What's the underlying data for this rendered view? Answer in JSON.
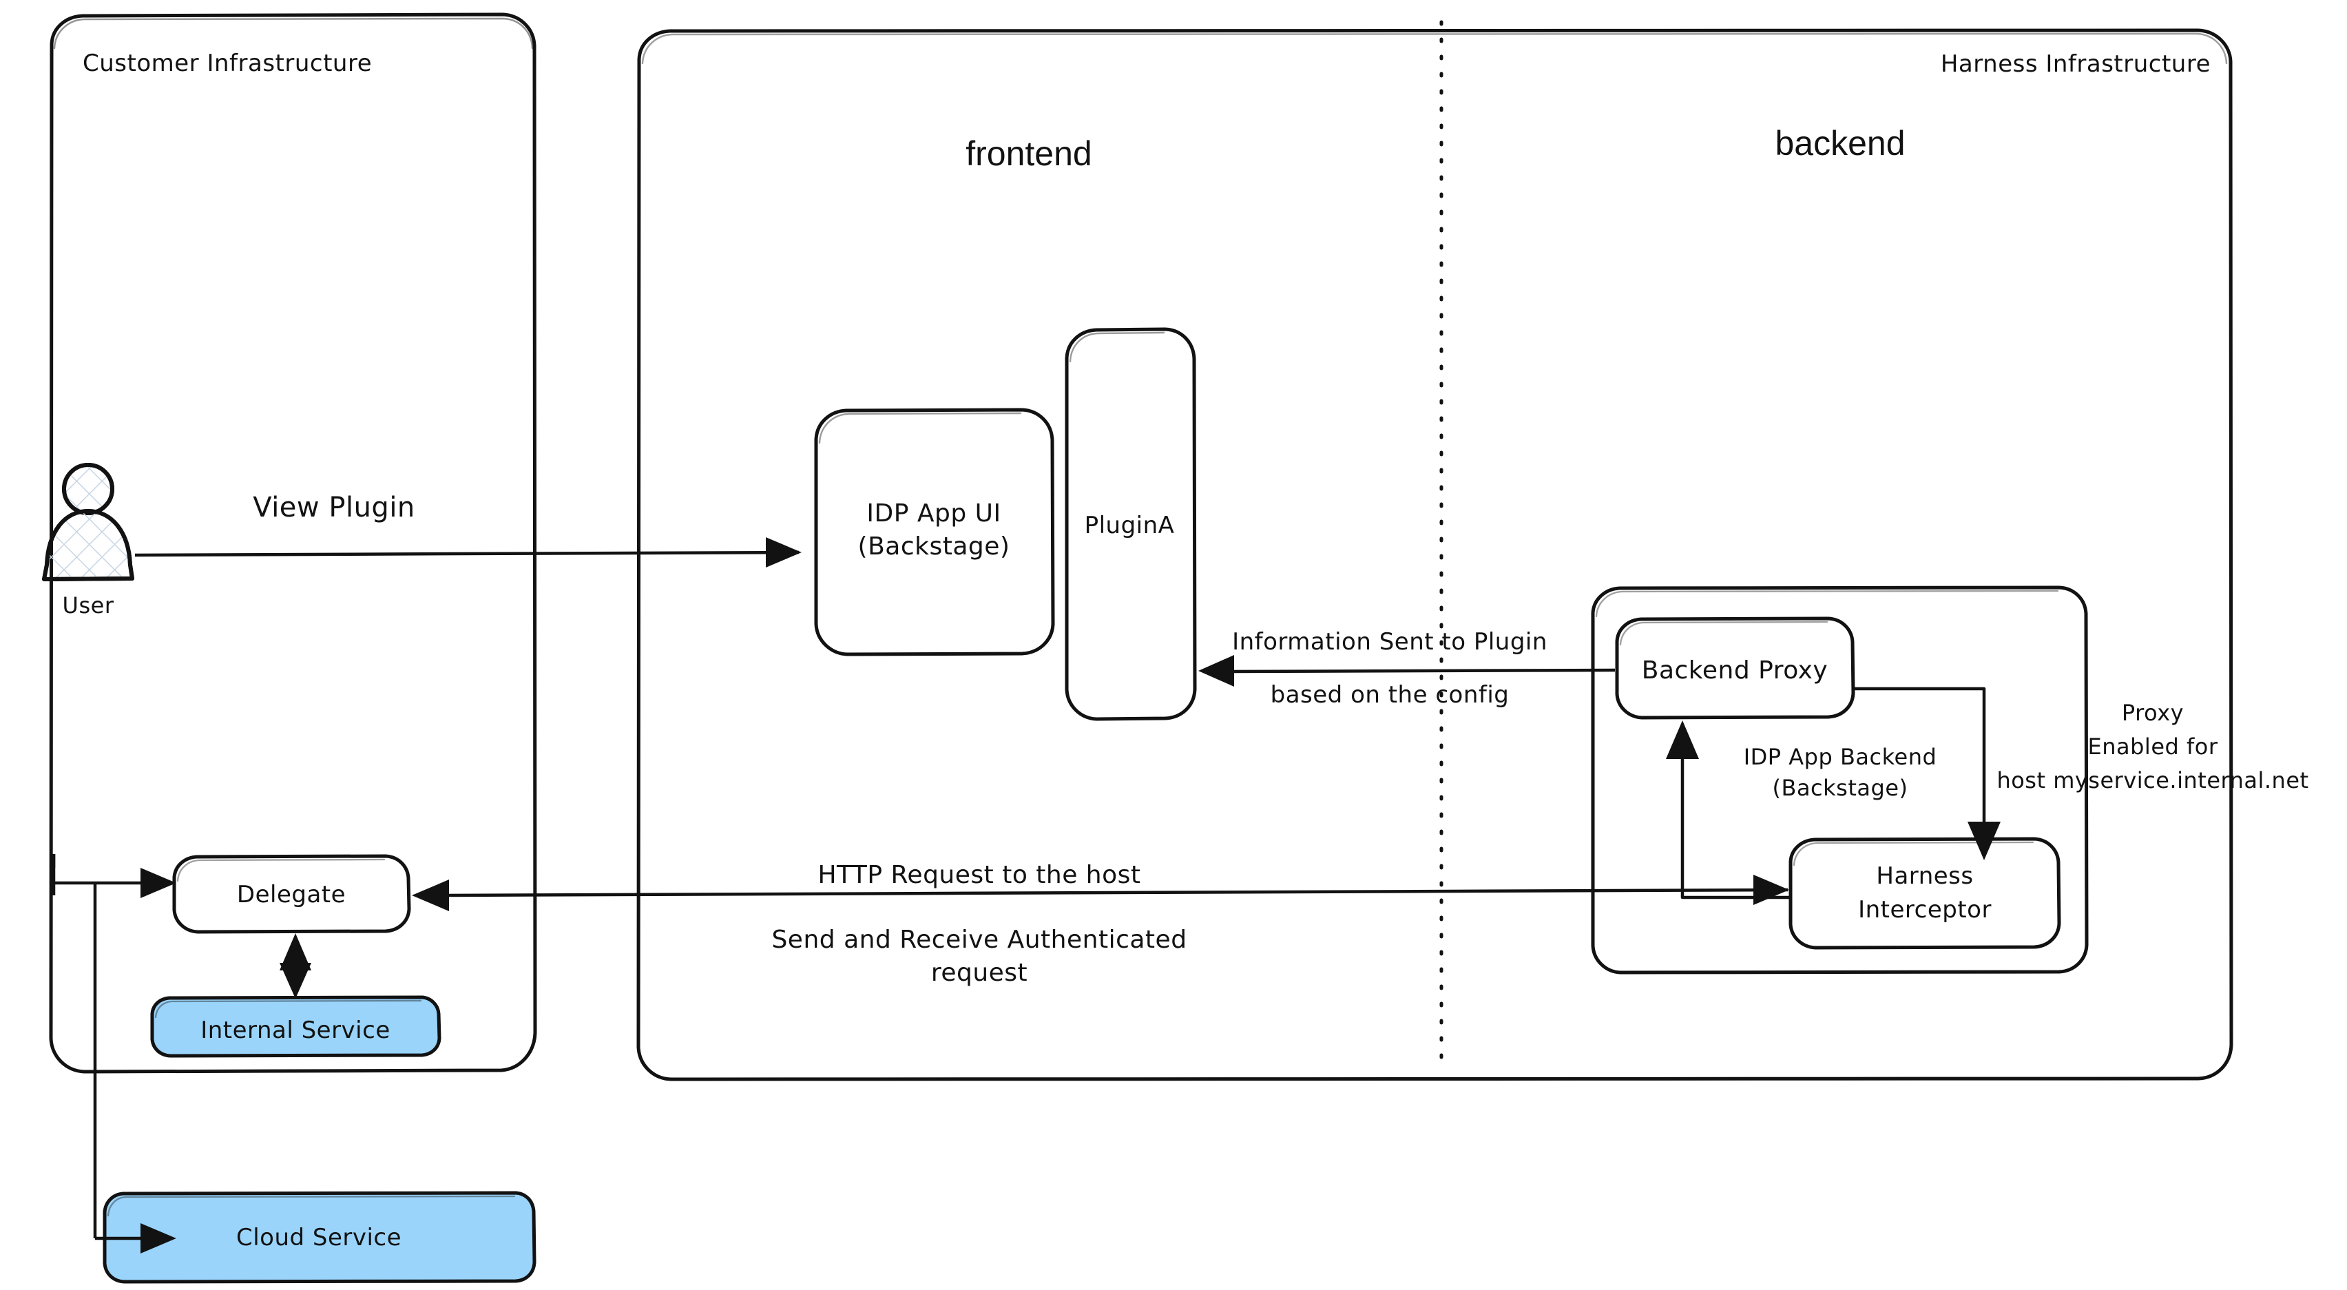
{
  "diagram": {
    "title": "Harness IDP Plugin Proxy Architecture",
    "colors": {
      "stroke": "#121212",
      "service_fill": "#9ad4fb",
      "background": "#ffffff"
    }
  },
  "groups": {
    "customer": {
      "label": "Customer Infrastructure"
    },
    "harness": {
      "label": "Harness Infrastructure"
    },
    "frontend": {
      "label": "frontend"
    },
    "backend": {
      "label": "backend"
    },
    "idp_backend": {
      "label_line1": "IDP App Backend",
      "label_line2": "(Backstage)"
    }
  },
  "nodes": {
    "user": {
      "label": "User",
      "icon": "user-actor-icon"
    },
    "idp_app_ui": {
      "label_line1": "IDP App UI",
      "label_line2": "(Backstage)"
    },
    "plugin_a": {
      "label": "PluginA"
    },
    "backend_proxy": {
      "label": "Backend Proxy"
    },
    "harness_interceptor": {
      "label_line1": "Harness",
      "label_line2": "Interceptor"
    },
    "delegate": {
      "label": "Delegate"
    },
    "internal_service": {
      "label": "Internal Service"
    },
    "cloud_service": {
      "label": "Cloud Service"
    }
  },
  "edges": {
    "view_plugin": {
      "label": "View Plugin"
    },
    "information_sent": {
      "label_line1": "Information Sent to Plugin",
      "label_line2": "based on the config"
    },
    "http_request": {
      "label_line1": "HTTP Request to the host",
      "label_line2": "Send and Receive Authenticated",
      "label_line3": "request"
    },
    "proxy_enabled": {
      "label_line1": "Proxy",
      "label_line2": "Enabled for",
      "label_line3": "host myservice.internal.net"
    }
  }
}
